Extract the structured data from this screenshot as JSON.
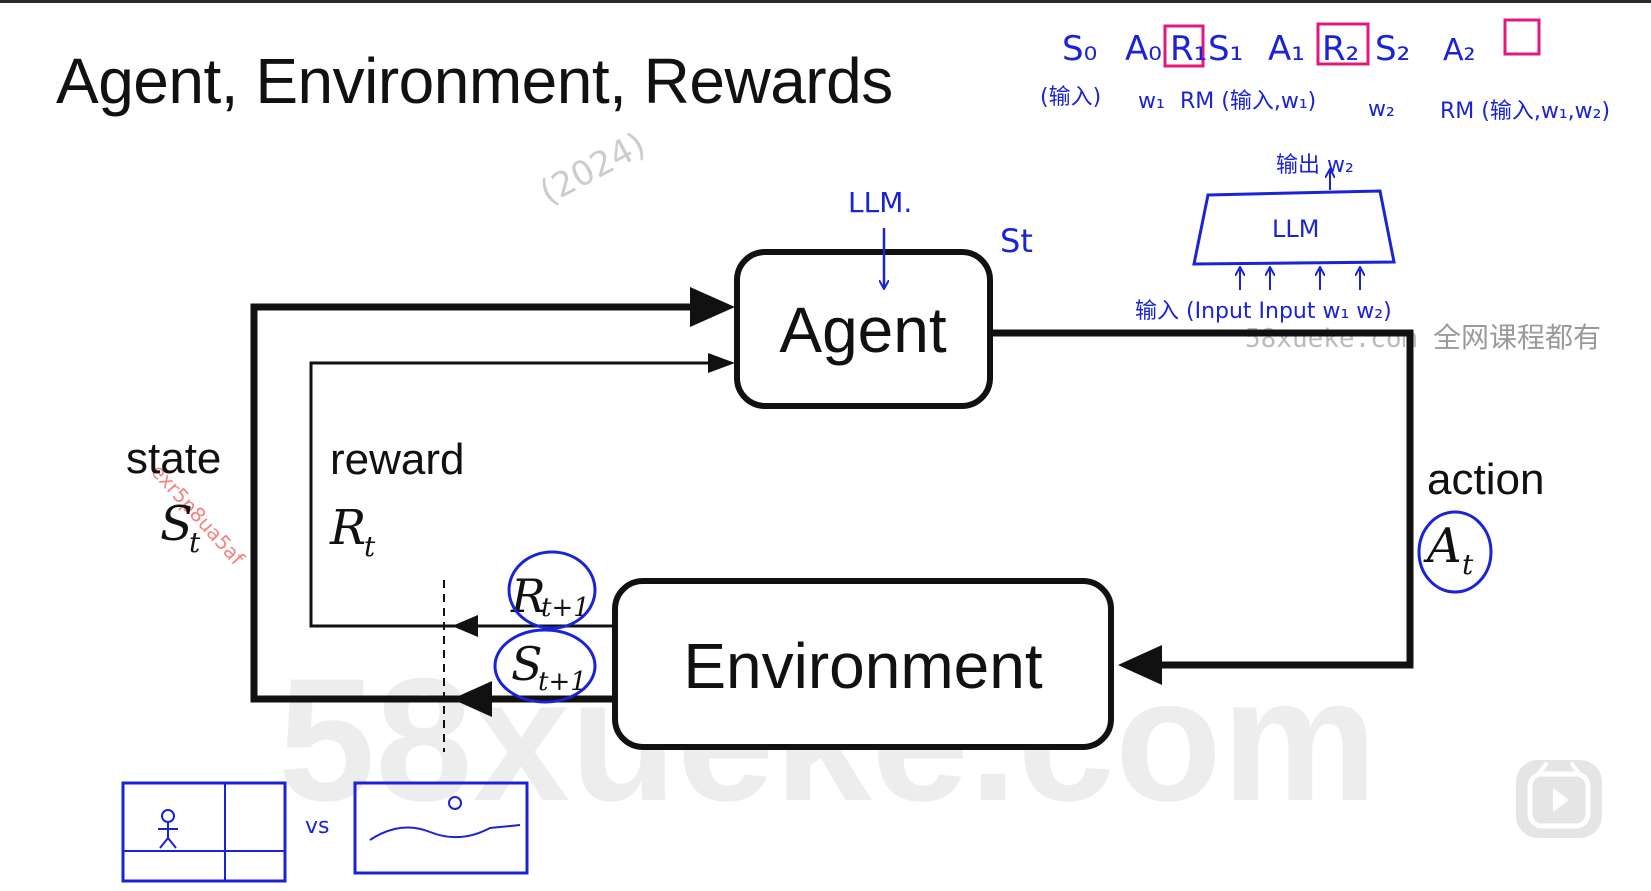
{
  "title": "Agent, Environment, Rewards",
  "boxes": {
    "agent": "Agent",
    "environment": "Environment"
  },
  "labels": {
    "state": "state",
    "state_symbol": "S",
    "state_sub": "t",
    "reward": "reward",
    "reward_symbol": "R",
    "reward_sub": "t",
    "action": "action",
    "action_symbol": "A",
    "action_sub": "t",
    "next_reward_symbol": "R",
    "next_reward_sub": "t+1",
    "next_state_symbol": "S",
    "next_state_sub": "t+1"
  },
  "annotations": {
    "llm_agent": "LLM.",
    "s_t": "St",
    "llm_box": "LLM",
    "top_sequence": {
      "s0": "S₀",
      "a0": "A₀",
      "r1": "R₁",
      "s1": "S₁",
      "a1": "A₁",
      "r2": "R₂",
      "s2": "S₂",
      "a2": "A₂",
      "row2_a": "(输入)",
      "row2_b": "w₁",
      "row2_c": "RM (输入,w₁)",
      "row2_d": "w₂",
      "row2_e": "RM (输入,w₁,w₂)"
    },
    "weights_top": "输出 w₂",
    "input_under": "输入 (Input Input w₁ w₂)",
    "vs": "vs"
  },
  "watermarks": {
    "site": "58xueke.com",
    "site_small": "58xueke.com",
    "chinese": "全网课程都有",
    "year": "(2024)",
    "red_id": "exr5p8ua5af"
  },
  "colors": {
    "ink": "#111111",
    "pen_blue": "#1a23d6",
    "pen_pink": "#e0197d"
  }
}
